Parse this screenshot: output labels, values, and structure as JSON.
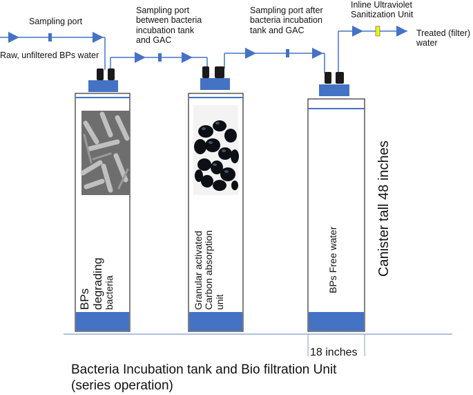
{
  "labels": {
    "sampling_port_1": "Sampling port",
    "raw_water": "Raw, unfiltered BPs water",
    "sampling_port_2_line1": "Sampling port",
    "sampling_port_2_line2": "between bacteria",
    "sampling_port_2_line3": "incubation tank",
    "sampling_port_2_line4": "and GAC",
    "sampling_port_3_line1": "Sampling port after",
    "sampling_port_3_line2": "bacteria incubation",
    "sampling_port_3_line3": "tank and GAC",
    "uv_line1": "Inline Ultraviolet",
    "uv_line2": "Sanitization Unit",
    "treated_line1": "Treated (filter)",
    "treated_line2": "water",
    "canister_height": "Canister tall 48 inches",
    "width_dimension": "18 inches",
    "caption_line1": "Bacteria Incubation tank  and Bio filtration Unit",
    "caption_line2": "(series operation)"
  },
  "tanks": [
    {
      "text_line1": "BPs",
      "text_line2": "degrading",
      "text_line3": "bacteria"
    },
    {
      "text_line1": "Granular activated",
      "text_line2": "Carbon absorption",
      "text_line3": "unit"
    },
    {
      "text_line1": "BPs Free water"
    }
  ],
  "colors": {
    "pipe": "#4472c4",
    "tank_band": "#4472c4",
    "tank_outline": "#000000",
    "cap": "#1a1a1a",
    "uv_marker": "#f5f500",
    "ground": "#7f9cc8"
  }
}
